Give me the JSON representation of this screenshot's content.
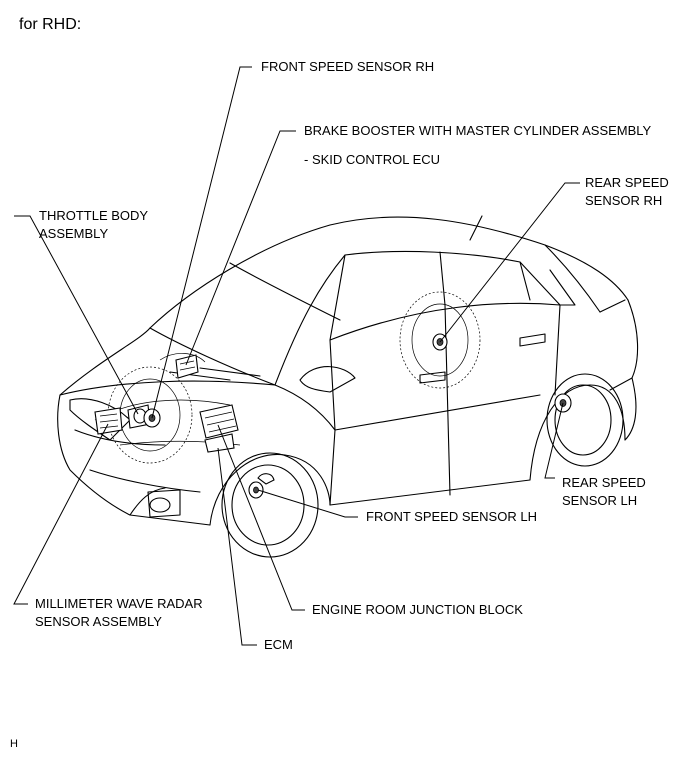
{
  "header": {
    "title": "for RHD:"
  },
  "labels": {
    "front_speed_sensor_rh": "FRONT SPEED SENSOR RH",
    "brake_booster": "BRAKE BOOSTER WITH MASTER CYLINDER ASSEMBLY",
    "skid_control_ecu": "- SKID CONTROL ECU",
    "throttle_body": "THROTTLE BODY\nASSEMBLY",
    "rear_speed_sensor_rh": "REAR SPEED\nSENSOR RH",
    "rear_speed_sensor_lh": "REAR SPEED\nSENSOR LH",
    "front_speed_sensor_lh": "FRONT SPEED SENSOR LH",
    "millimeter_wave_radar": "MILLIMETER WAVE RADAR\nSENSOR ASSEMBLY",
    "engine_room_junction_block": "ENGINE ROOM JUNCTION BLOCK",
    "ecm": "ECM"
  },
  "footer": {
    "code": "H"
  }
}
